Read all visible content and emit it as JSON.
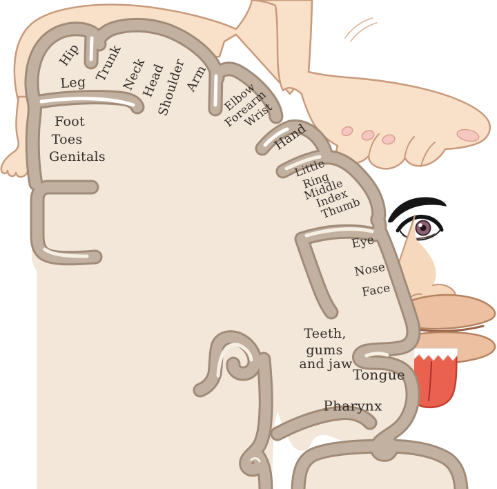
{
  "labels": {
    "hip": "Hip",
    "leg": "Leg",
    "trunk": "Trunk",
    "neck": "Neck",
    "head": "Head",
    "shoulder": "Shoulder",
    "arm": "Arm",
    "foot": "Foot",
    "toes": "Toes",
    "genitals": "Genitals",
    "elbow": "Elbow",
    "forearm": "Forearm",
    "wrist": "Wrist",
    "hand": "Hand",
    "little": "Little",
    "ring": "Ring",
    "middle": "Middle",
    "index": "Index",
    "thumb": "Thumb",
    "eye": "Eye",
    "nose": "Nose",
    "face": "Face",
    "teeth_line1": "Teeth,",
    "teeth_line2": "gums",
    "teeth_line3": "and jaw",
    "tongue": "Tongue",
    "pharynx": "Pharynx"
  },
  "colors": {
    "skin": "#f9e0c8",
    "skinOutline": "#c89a7c",
    "cortexBand": "#c2b1a1",
    "cortexEdge": "#a08b78",
    "brainFill": "#f3e7da",
    "slit": "#f6efe4",
    "slitWhite": "#fdfcfa",
    "label": "#332d28",
    "lip": "#ecc0a0",
    "lipOutline": "#b5835f",
    "tongue": "#ea614f",
    "tongueOutline": "#c23d30",
    "nail": "#f6c6c1",
    "iris": "#8d6273",
    "eyeDark": "#151515",
    "teeth": "#ffffff"
  }
}
